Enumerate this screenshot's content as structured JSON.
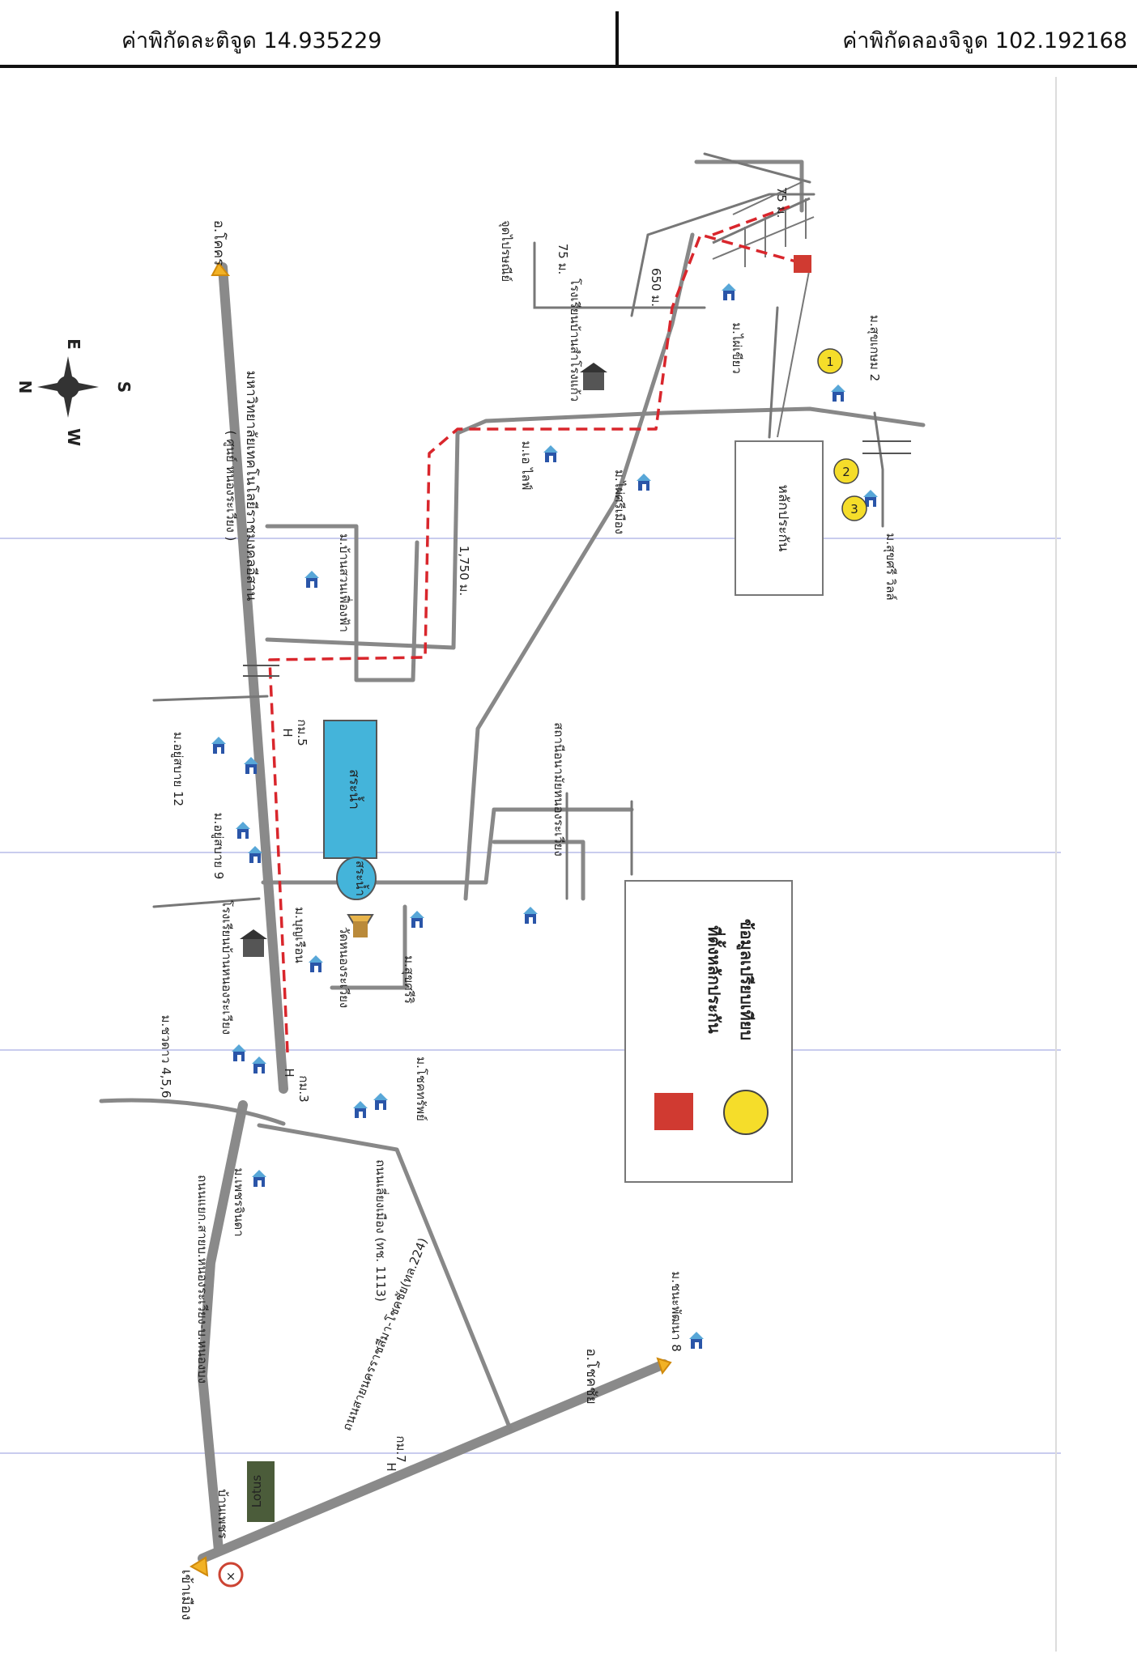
{
  "header": {
    "latitude": "ค่าพิกัดละติจูด 14.935229",
    "longitude": "ค่าพิกัดลองจิจูด 102.192168"
  },
  "compass": {
    "north": "N",
    "east": "E",
    "south": "S",
    "west": "W"
  },
  "map_labels": {
    "to_korat": "อ.โคคร",
    "to_chokchai": "อ.โชคชัย",
    "to_city": "เข้าเมือง",
    "university": "มหาวิทยาลัยเทคโนโลยีราชมงคลอีสาน",
    "university_center": "( ศูนย์ หนองระเวียง )",
    "nong_rawiang_school": "โรงเรียนบ้านหนองระเวียง",
    "nong_rawiang_temple": "วัดหนองระเวียง",
    "reservoir_main": "สระน้ำ",
    "reservoir_small": "สระน้ำ",
    "health_station": "สถานีอนามัยหนองระเวียง",
    "ban_samrong_school": "โรงเรียนบ้านสำโรงแก้ว",
    "road_chokchai": "ถนนสายนครราชสีมา-โชคชัย(ทล.224)",
    "road_lokkaew": "ถนนเลี่ยงเมือง (ทช. 1113)",
    "road_nong_rawiang": "ถนนแยก.สายบ.หนองระเวียง-บ.หนองบง",
    "km3": "กม.3",
    "km5": "กม.5",
    "km7": "กม.7",
    "dist_1750": "1,750 ม.",
    "dist_650": "650 ม.",
    "dist_75a": "75 ม.",
    "dist_75b": "75 ม.",
    "collateral": "หลักประกัน",
    "parking_spot": "จุดไปรษณีย์",
    "lotus": "Lotus",
    "nong_rawiang_market": "บ้านเพชร"
  },
  "villages": {
    "v1": "ม.อยู่สบาย 12",
    "v2": "ม.อยู่สบาย 9",
    "v3": "ม.ชวดาว 4,5,6",
    "v4": "ม.บ้านสวนเฟื่องฟ้า",
    "v5": "ม.สุขศรีริ",
    "v6": "ม.เอ ไลฟ์",
    "v7": "ม.ไผ่ศรีเมือง",
    "v8": "ม.ไผ่เขียว",
    "v9": "ม.สุขเกษม 2",
    "v10": "ม.สุขศรี วิลล์",
    "v11": "ม.เพชรจินดา",
    "v12": "ม.โชคทรัพย์",
    "v13": "ม.ชนะพัฒนา 8",
    "v14": "ม.บุญเรือน"
  },
  "legend": {
    "collateral_location": "ที่ตั้งหลักประกัน",
    "comparable_data": "ข้อมูลเปรียบเทียบ",
    "collateral_color": "#d03a31",
    "comparable_color": "#f5dd2a"
  },
  "markers": {
    "m1": "1",
    "m2": "2",
    "m3": "3"
  },
  "colors": {
    "road": "#888888",
    "route": "#d9262c",
    "water": "#44b4da",
    "house": "#2a55a8"
  }
}
